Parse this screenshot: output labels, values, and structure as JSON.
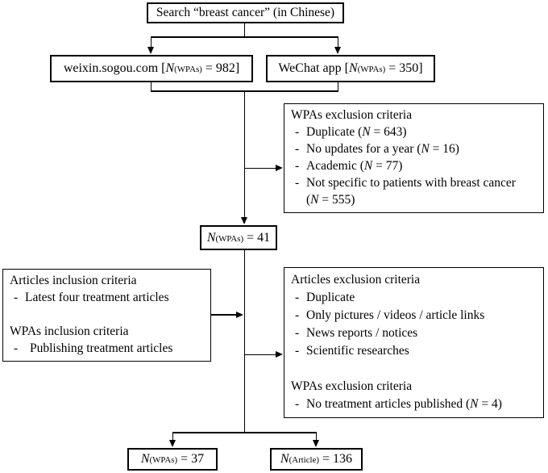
{
  "colors": {
    "background": "#ffffff",
    "line": "#000000",
    "text": "#000000"
  },
  "diagram": {
    "top_box": {
      "text": "Search “breast cancer” (in Chinese)"
    },
    "source_left": {
      "pre": "weixin.sogou.com [",
      "n": "N",
      "sub": "(WPAs)",
      "post": " = 982]"
    },
    "source_right": {
      "pre": "WeChat app [",
      "n": "N",
      "sub": "(WPAs)",
      "post": " = 350]"
    },
    "wpas_exclusion_box": {
      "title": "WPAs exclusion criteria",
      "items": [
        {
          "b": "-",
          "pre": "Duplicate (",
          "n": "N",
          "post": " = 643)"
        },
        {
          "b": "-",
          "pre": "No updates for a year (",
          "n": "N",
          "post": " = 16)"
        },
        {
          "b": "-",
          "pre": "Academic (",
          "n": "N",
          "post": " = 77)"
        },
        {
          "b": "-",
          "pre": "Not specific to patients with breast cancer"
        },
        {
          "b": "",
          "pre": "(",
          "n": "N",
          "post": " = 555)"
        }
      ]
    },
    "n41_box": {
      "n": "N",
      "sub": "(WPAs)",
      "post": " = 41"
    },
    "inclusion_box": {
      "title1": "Articles inclusion criteria",
      "items1": [
        {
          "b": "-",
          "pre": "Latest four treatment articles"
        }
      ],
      "title2": "WPAs inclusion criteria",
      "items2": [
        {
          "b": "-",
          "pre": "Publishing treatment articles"
        }
      ]
    },
    "articles_exclusion_box": {
      "title1": "Articles exclusion criteria",
      "items1": [
        {
          "b": "-",
          "pre": "Duplicate"
        },
        {
          "b": "-",
          "pre": "Only pictures / videos / article links"
        },
        {
          "b": "-",
          "pre": "News reports / notices"
        },
        {
          "b": "-",
          "pre": "Scientific researches"
        }
      ],
      "title2": "WPAs exclusion criteria",
      "items2": [
        {
          "b": "-",
          "pre": "No treatment articles published (",
          "n": "N",
          "post": " = 4)"
        }
      ]
    },
    "n37_box": {
      "n": "N",
      "sub": "(WPAs)",
      "post": " = 37"
    },
    "n136_box": {
      "n": "N",
      "sub": "(Article)",
      "post": " = 136"
    }
  }
}
